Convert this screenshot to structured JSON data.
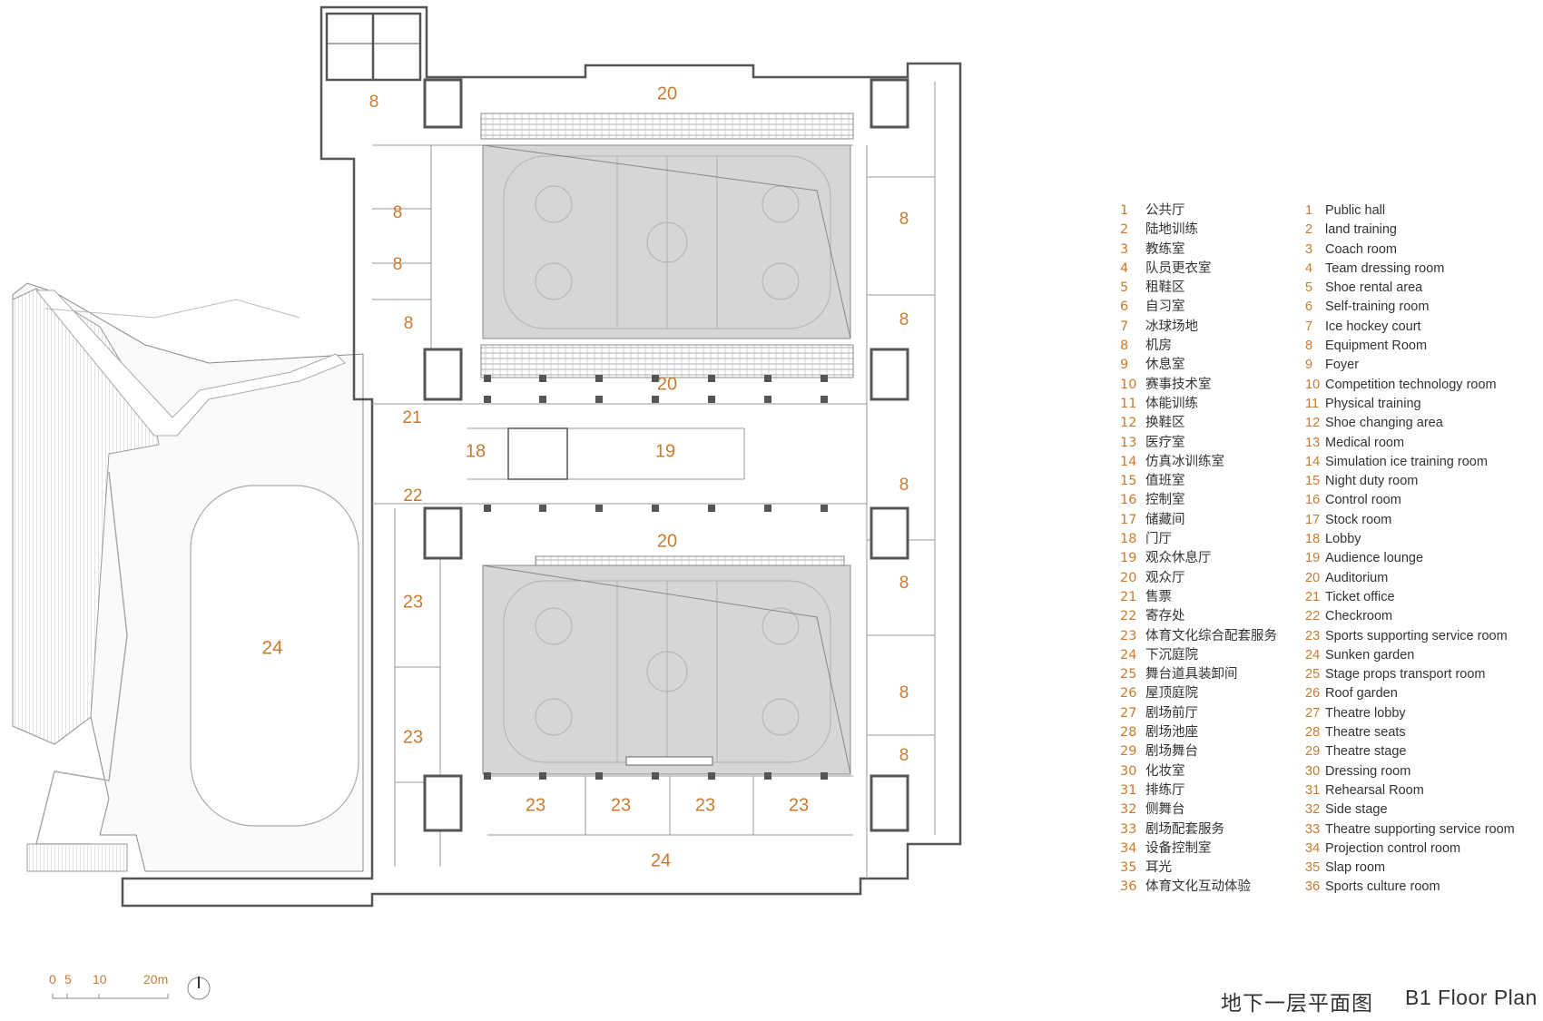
{
  "rooms": [
    {
      "label": "8"
    },
    {
      "label": "8"
    },
    {
      "label": "8"
    },
    {
      "label": "8"
    },
    {
      "label": "8"
    },
    {
      "label": "8"
    },
    {
      "label": "8"
    },
    {
      "label": "8"
    },
    {
      "label": "8"
    },
    {
      "label": "8"
    },
    {
      "label": "20"
    },
    {
      "label": "20"
    },
    {
      "label": "20"
    },
    {
      "label": "21"
    },
    {
      "label": "22"
    },
    {
      "label": "18"
    },
    {
      "label": "19"
    },
    {
      "label": "23"
    },
    {
      "label": "23"
    },
    {
      "label": "23"
    },
    {
      "label": "23"
    },
    {
      "label": "23"
    },
    {
      "label": "23"
    },
    {
      "label": "24"
    },
    {
      "label": "24"
    }
  ],
  "legend_cn": [
    {
      "num": "1",
      "text": "公共厅"
    },
    {
      "num": "2",
      "text": "陆地训练"
    },
    {
      "num": "3",
      "text": "教练室"
    },
    {
      "num": "4",
      "text": "队员更衣室"
    },
    {
      "num": "5",
      "text": "租鞋区"
    },
    {
      "num": "6",
      "text": "自习室"
    },
    {
      "num": "7",
      "text": "冰球场地"
    },
    {
      "num": "8",
      "text": "机房"
    },
    {
      "num": "9",
      "text": "休息室"
    },
    {
      "num": "10",
      "text": "赛事技术室"
    },
    {
      "num": "11",
      "text": "体能训练"
    },
    {
      "num": "12",
      "text": "换鞋区"
    },
    {
      "num": "13",
      "text": "医疗室"
    },
    {
      "num": "14",
      "text": "仿真冰训练室"
    },
    {
      "num": "15",
      "text": "值班室"
    },
    {
      "num": "16",
      "text": "控制室"
    },
    {
      "num": "17",
      "text": "储藏间"
    },
    {
      "num": "18",
      "text": "门厅"
    },
    {
      "num": "19",
      "text": "观众休息厅"
    },
    {
      "num": "20",
      "text": "观众厅"
    },
    {
      "num": "21",
      "text": "售票"
    },
    {
      "num": "22",
      "text": "寄存处"
    },
    {
      "num": "23",
      "text": "体育文化综合配套服务"
    },
    {
      "num": "24",
      "text": "下沉庭院"
    },
    {
      "num": "25",
      "text": "舞台道具装卸间"
    },
    {
      "num": "26",
      "text": "屋顶庭院"
    },
    {
      "num": "27",
      "text": "剧场前厅"
    },
    {
      "num": "28",
      "text": "剧场池座"
    },
    {
      "num": "29",
      "text": "剧场舞台"
    },
    {
      "num": "30",
      "text": "化妆室"
    },
    {
      "num": "31",
      "text": "排练厅"
    },
    {
      "num": "32",
      "text": "侧舞台"
    },
    {
      "num": "33",
      "text": "剧场配套服务"
    },
    {
      "num": "34",
      "text": "设备控制室"
    },
    {
      "num": "35",
      "text": "耳光"
    },
    {
      "num": "36",
      "text": "体育文化互动体验"
    }
  ],
  "legend_en": [
    {
      "num": "1",
      "text": "Public hall"
    },
    {
      "num": "2",
      "text": "land training"
    },
    {
      "num": "3",
      "text": "Coach room"
    },
    {
      "num": "4",
      "text": "Team dressing room"
    },
    {
      "num": "5",
      "text": "Shoe rental area"
    },
    {
      "num": "6",
      "text": "Self-training room"
    },
    {
      "num": "7",
      "text": "Ice hockey court"
    },
    {
      "num": "8",
      "text": "Equipment Room"
    },
    {
      "num": "9",
      "text": "Foyer"
    },
    {
      "num": "10",
      "text": "Competition technology room"
    },
    {
      "num": "11",
      "text": "Physical training"
    },
    {
      "num": "12",
      "text": "Shoe changing area"
    },
    {
      "num": "13",
      "text": "Medical room"
    },
    {
      "num": "14",
      "text": "Simulation ice training room"
    },
    {
      "num": "15",
      "text": "Night duty room"
    },
    {
      "num": "16",
      "text": "Control room"
    },
    {
      "num": "17",
      "text": "Stock room"
    },
    {
      "num": "18",
      "text": "Lobby"
    },
    {
      "num": "19",
      "text": "Audience lounge"
    },
    {
      "num": "20",
      "text": "Auditorium"
    },
    {
      "num": "21",
      "text": "Ticket office"
    },
    {
      "num": "22",
      "text": "Checkroom"
    },
    {
      "num": "23",
      "text": "Sports supporting service room"
    },
    {
      "num": "24",
      "text": "Sunken garden"
    },
    {
      "num": "25",
      "text": "Stage props transport room"
    },
    {
      "num": "26",
      "text": "Roof garden"
    },
    {
      "num": "27",
      "text": "Theatre lobby"
    },
    {
      "num": "28",
      "text": "Theatre seats"
    },
    {
      "num": "29",
      "text": "Theatre stage"
    },
    {
      "num": "30",
      "text": "Dressing room"
    },
    {
      "num": "31",
      "text": "Rehearsal Room"
    },
    {
      "num": "32",
      "text": "Side stage"
    },
    {
      "num": "33",
      "text": "Theatre supporting service room"
    },
    {
      "num": "34",
      "text": "Projection control room"
    },
    {
      "num": "35",
      "text": "Slap room"
    },
    {
      "num": "36",
      "text": "Sports culture room"
    }
  ],
  "title_cn": "地下一层平面图",
  "title_en": "B1  Floor Plan",
  "scale": {
    "labels": [
      "0",
      "5",
      "10",
      "20m"
    ]
  },
  "colors": {
    "accent": "#cc7a2e",
    "wall": "#555555",
    "rink": "#d6d6d6",
    "text": "#333333"
  }
}
